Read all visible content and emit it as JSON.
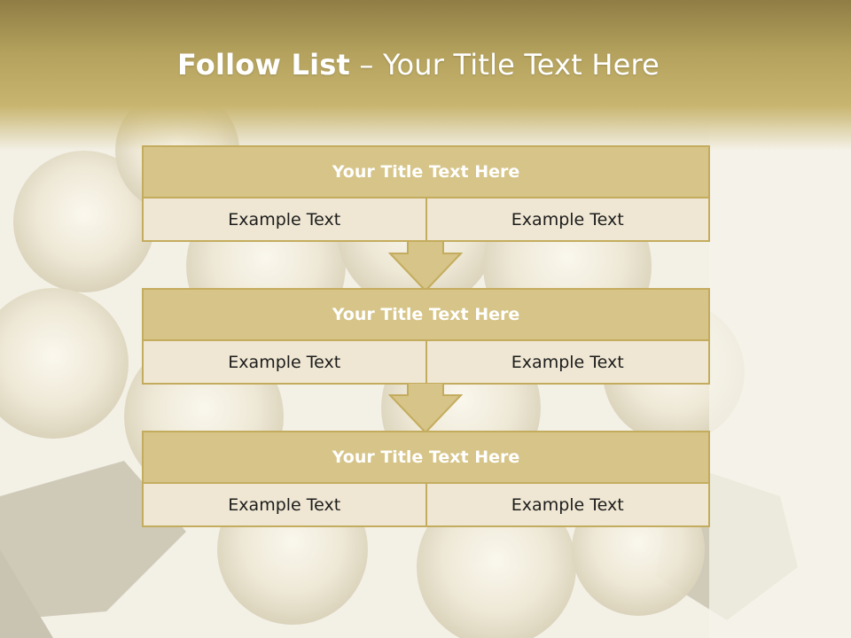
{
  "title": {
    "bold": "Follow List",
    "separator": "–",
    "rest": "Your Title Text Here"
  },
  "boxes": [
    {
      "title": "Your Title Text Here",
      "cells": [
        "Example Text",
        "Example Text"
      ]
    },
    {
      "title": "Your Title Text Here",
      "cells": [
        "Example Text",
        "Example Text"
      ]
    },
    {
      "title": "Your Title Text Here",
      "cells": [
        "Example Text",
        "Example Text"
      ]
    }
  ],
  "colors": {
    "header_gold": "#b3a15d",
    "box_title_fill": "#d6c488",
    "box_body_fill": "#efe7d3",
    "border": "#c4ac5e",
    "arrow_fill": "#d6c488"
  },
  "background_image": "white-roses-icon"
}
